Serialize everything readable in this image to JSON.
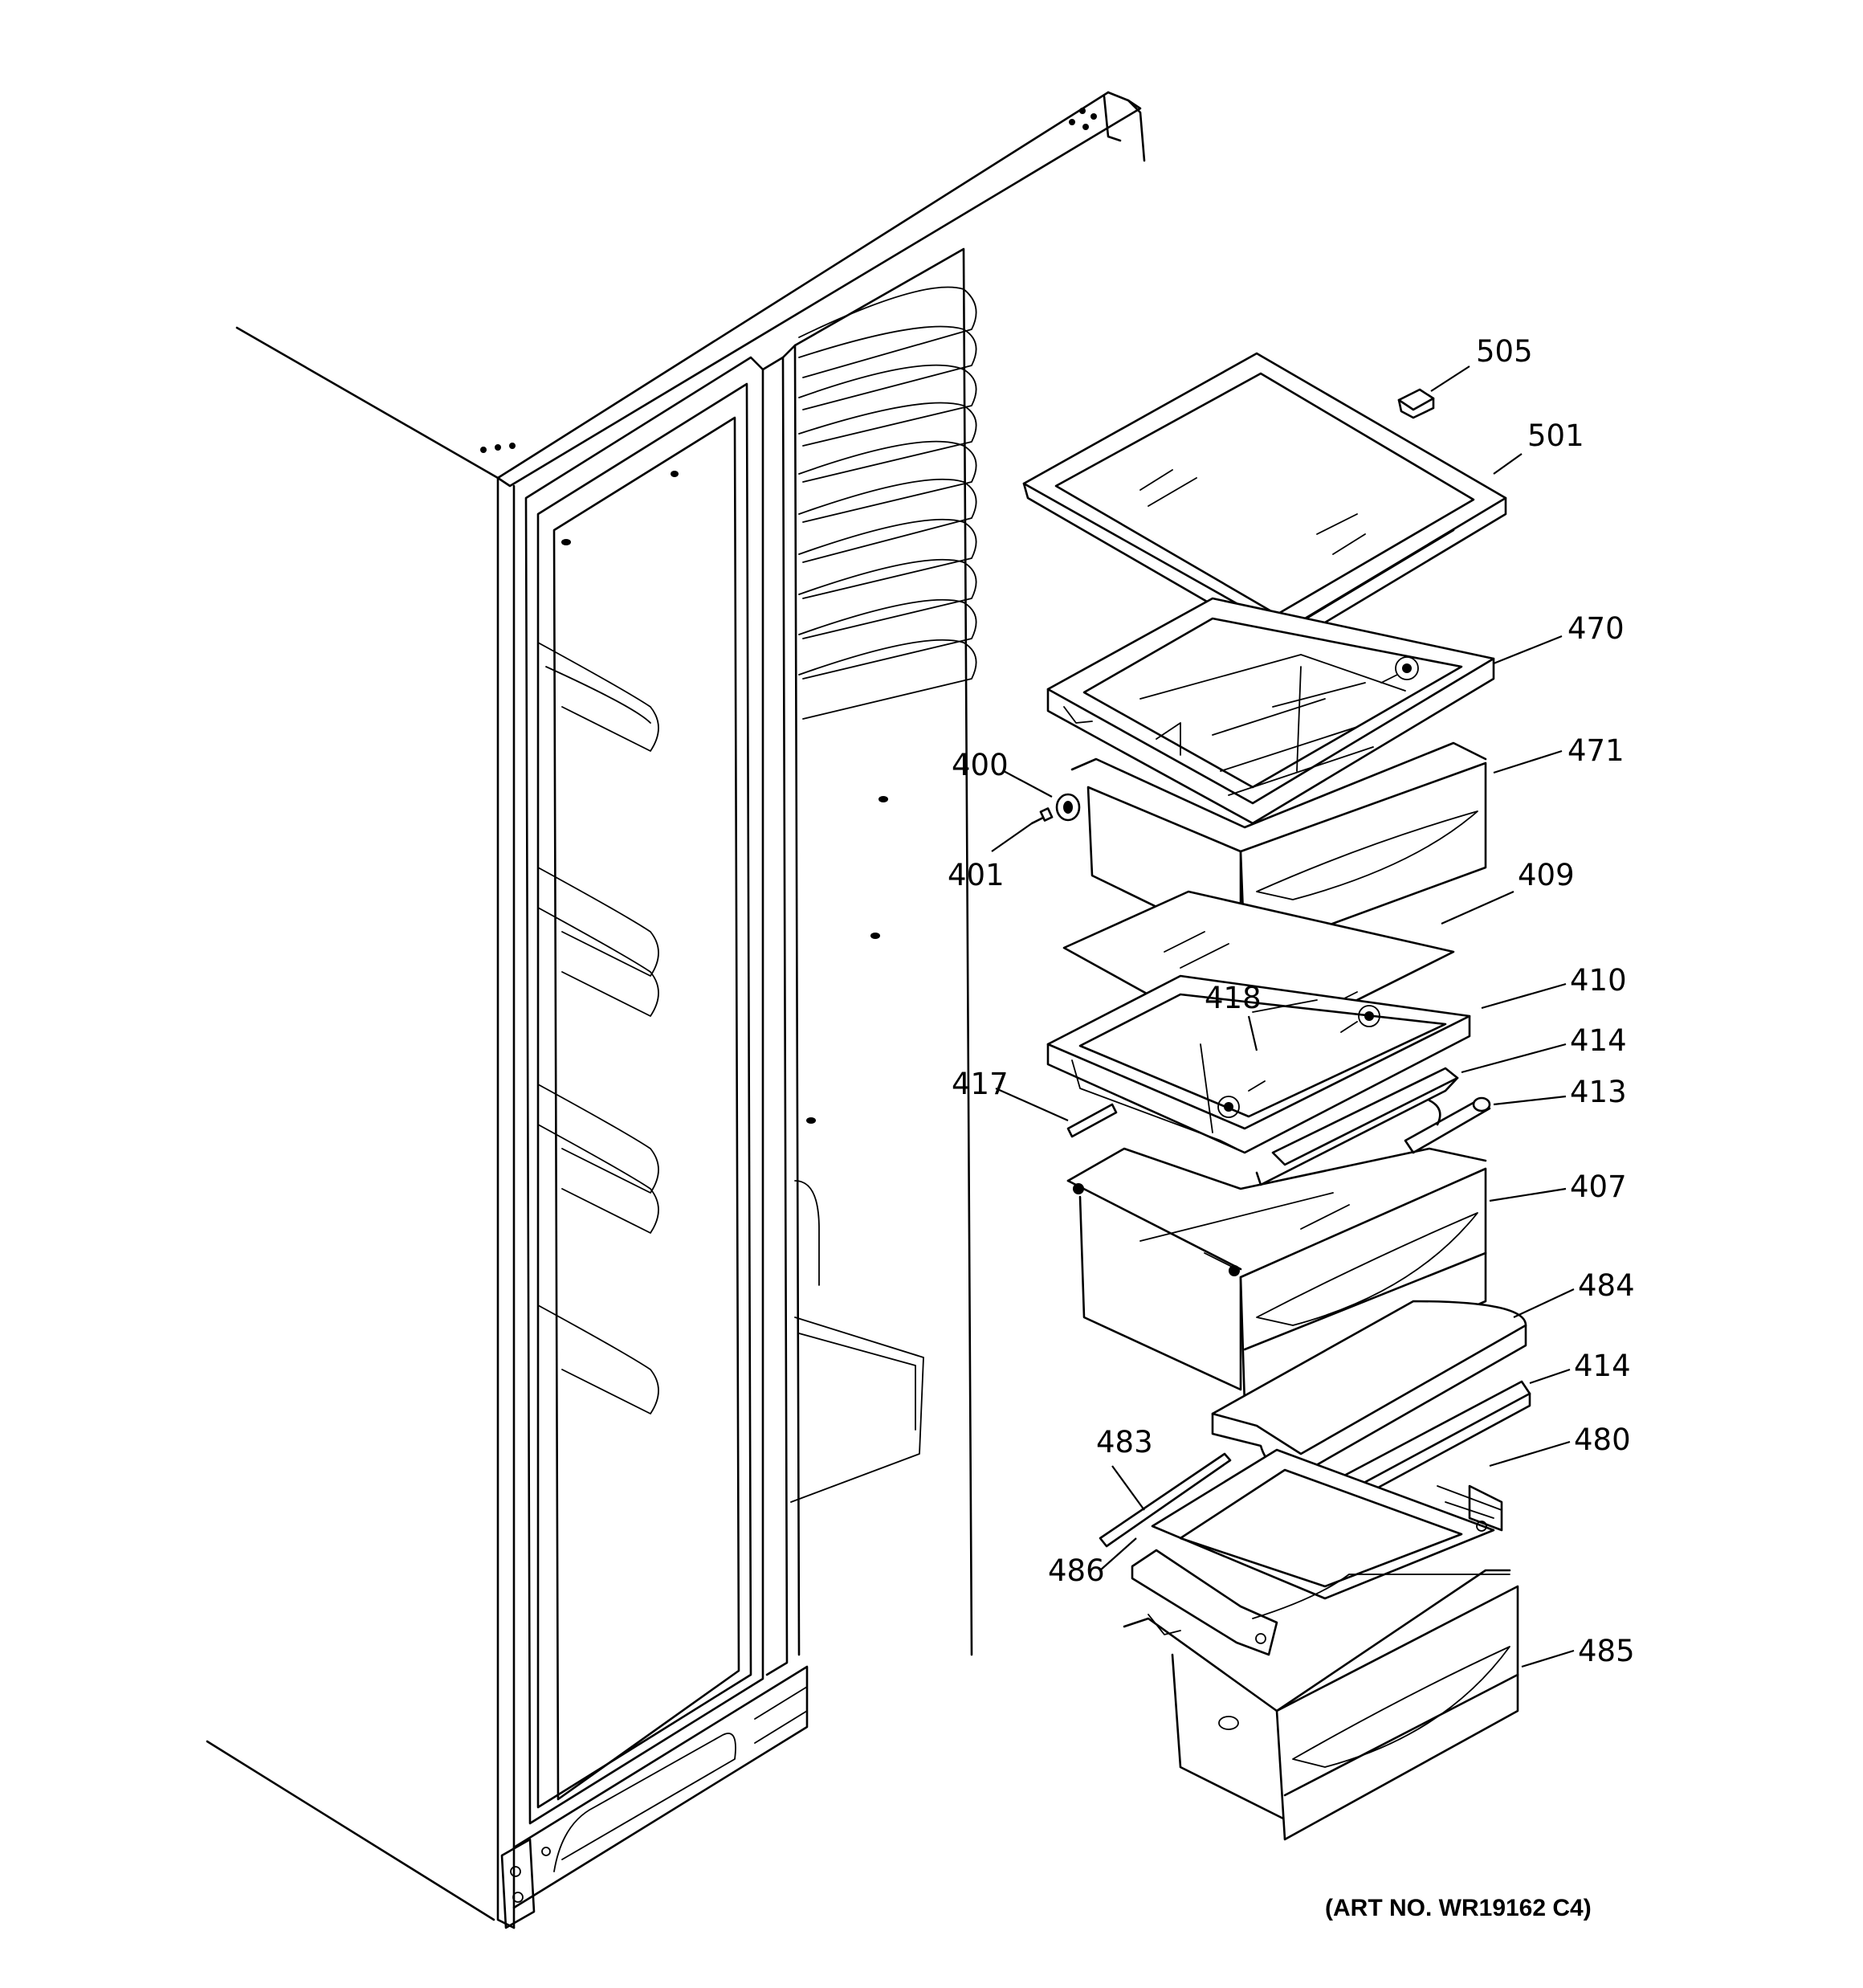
{
  "diagram": {
    "callouts": [
      {
        "id": "505",
        "label": "505"
      },
      {
        "id": "501",
        "label": "501"
      },
      {
        "id": "470",
        "label": "470"
      },
      {
        "id": "471",
        "label": "471"
      },
      {
        "id": "400",
        "label": "400"
      },
      {
        "id": "401",
        "label": "401"
      },
      {
        "id": "409",
        "label": "409"
      },
      {
        "id": "410",
        "label": "410"
      },
      {
        "id": "418",
        "label": "418"
      },
      {
        "id": "414a",
        "label": "414"
      },
      {
        "id": "417",
        "label": "417"
      },
      {
        "id": "413",
        "label": "413"
      },
      {
        "id": "407",
        "label": "407"
      },
      {
        "id": "484",
        "label": "484"
      },
      {
        "id": "414b",
        "label": "414"
      },
      {
        "id": "483",
        "label": "483"
      },
      {
        "id": "480",
        "label": "480"
      },
      {
        "id": "486",
        "label": "486"
      },
      {
        "id": "485",
        "label": "485"
      }
    ],
    "art_number": "(ART NO. WR19162 C4)"
  }
}
